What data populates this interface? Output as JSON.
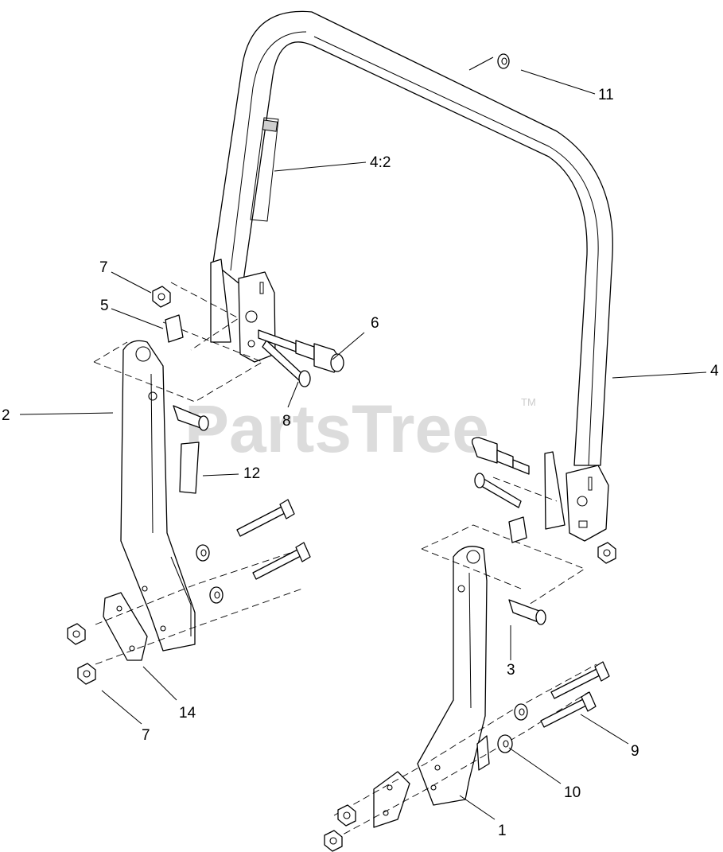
{
  "watermark": {
    "text": "PartsTree",
    "trademark": "TM"
  },
  "callouts": [
    {
      "id": "c11",
      "label": "11"
    },
    {
      "id": "c4_2",
      "label": "4:2"
    },
    {
      "id": "c7a",
      "label": "7"
    },
    {
      "id": "c5",
      "label": "5"
    },
    {
      "id": "c6",
      "label": "6"
    },
    {
      "id": "c4",
      "label": "4"
    },
    {
      "id": "c2",
      "label": "2"
    },
    {
      "id": "c8",
      "label": "8"
    },
    {
      "id": "c12",
      "label": "12"
    },
    {
      "id": "c3",
      "label": "3"
    },
    {
      "id": "c14",
      "label": "14"
    },
    {
      "id": "c7b",
      "label": "7"
    },
    {
      "id": "c9",
      "label": "9"
    },
    {
      "id": "c10",
      "label": "10"
    },
    {
      "id": "c1",
      "label": "1"
    }
  ]
}
